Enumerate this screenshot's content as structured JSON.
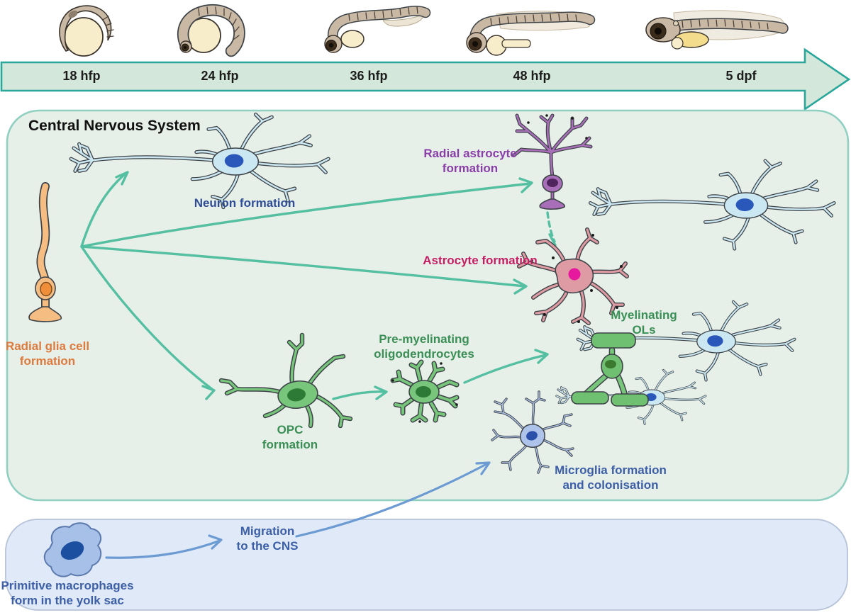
{
  "figure": {
    "type": "developmental-timeline-diagram",
    "subject": "Zebrafish central nervous system glial and neuronal cell development"
  },
  "timeline": {
    "stages": [
      {
        "label": "18 hfp",
        "illustration": "embryo-18hfp"
      },
      {
        "label": "24 hfp",
        "illustration": "embryo-24hfp"
      },
      {
        "label": "36 hfp",
        "illustration": "embryo-36hfp"
      },
      {
        "label": "48 hfp",
        "illustration": "embryo-48hfp"
      },
      {
        "label": "5 dpf",
        "illustration": "larva-5dpf"
      }
    ]
  },
  "cns_box": {
    "title": "Central Nervous System",
    "labels": {
      "neuron": "Neuron formation",
      "radial_astrocyte": "Radial astrocyte\nformation",
      "astrocyte": "Astrocyte formation",
      "radial_glia": "Radial glia cell\nformation",
      "opc": "OPC\nformation",
      "pre_ol": "Pre-myelinating\noligodendrocytes",
      "myelinating_ol": "Myelinating\nOLs",
      "microglia": "Microglia formation\nand colonisation"
    }
  },
  "yolk_box": {
    "macrophage_label": "Primitive macrophages\nform in the yolk sac",
    "migration_label": "Migration\nto the CNS"
  },
  "icons": [
    "radial-glia-cell-illustration",
    "neuron-illustration",
    "radial-astrocyte-illustration",
    "astrocyte-illustration",
    "opc-illustration",
    "pre-myelinating-oligodendrocyte-illustration",
    "myelinating-oligodendrocyte-illustration",
    "microglia-illustration",
    "macrophage-illustration"
  ],
  "palette": {
    "timeline_fill": "#d3e7da",
    "timeline_border": "#2aa79a",
    "cns_box_fill": "#e7efe9",
    "cns_box_border": "#90d0c1",
    "yolk_box_fill": "#dfe9f7",
    "yolk_box_border": "#b6c2d8",
    "arrow_teal": "#55bfa1",
    "arrow_blue": "#6b9bd2",
    "neuron_fill": "#cbe7f2",
    "neuron_nucleus": "#2a58ba",
    "neuron_label": "#2f4d96",
    "radial_glia_fill": "#f6bd83",
    "radial_glia_label": "#dd7a3d",
    "radial_astrocyte_fill": "#a86fb8",
    "radial_astrocyte_label": "#8a3fa8",
    "astrocyte_fill": "#df9ba3",
    "astrocyte_nucleus": "#e5189e",
    "astrocyte_label": "#c51e63",
    "oligodendrocyte_fill": "#77c67c",
    "oligodendrocyte_label": "#3a8f55",
    "microglia_fill": "#aec3ea",
    "microglia_label": "#3c5fa7",
    "embryo_body": "#c9b9a4",
    "embryo_yolk": "#f8edca",
    "larva_yolk": "#f3dd8c"
  }
}
